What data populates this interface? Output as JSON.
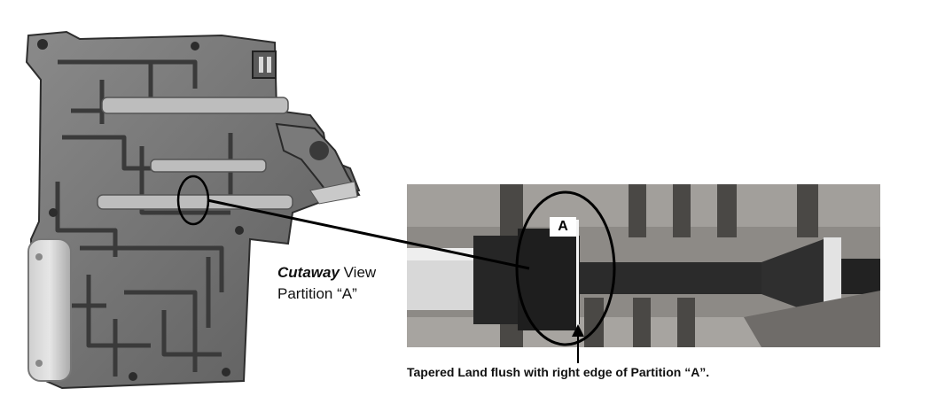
{
  "labels": {
    "view_italic": "Cutaway",
    "view_rest": " View",
    "partition_line": "Partition “A”",
    "partition_marker": "A",
    "caption": "Tapered Land flush with right edge of Partition “A”."
  },
  "colors": {
    "casting": "#6f6f6f",
    "casting_dark": "#3c3c3c",
    "spool_dark": "#262626",
    "photo_bg": "#8d8a86",
    "line": "#000000"
  }
}
